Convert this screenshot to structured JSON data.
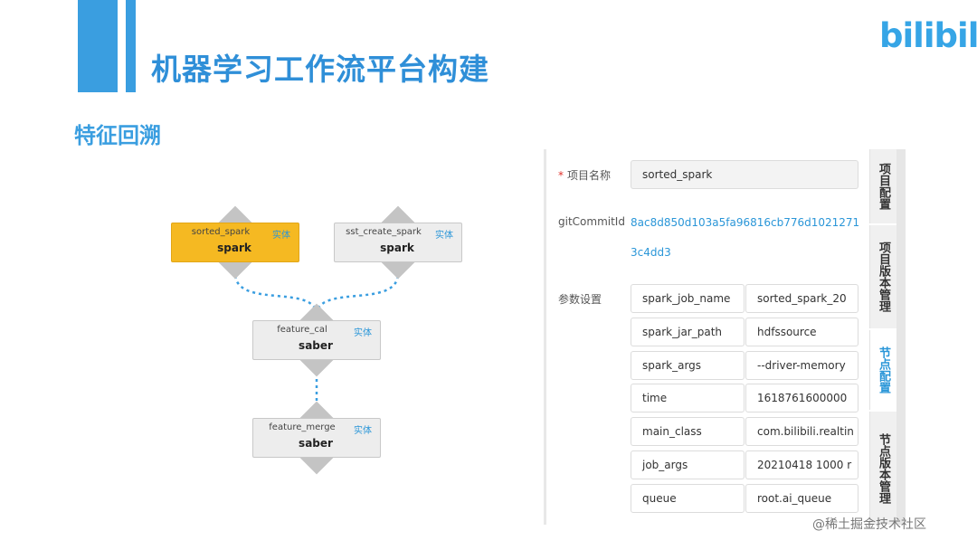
{
  "header": {
    "title": "机器学习工作流平台构建",
    "logo": "bilibili",
    "accent_color": "#3a9ee0"
  },
  "section": {
    "subtitle": "特征回溯"
  },
  "dag": {
    "nodes": [
      {
        "name": "sorted_spark",
        "tag": "实体",
        "type": "spark",
        "selected": true
      },
      {
        "name": "sst_create_spark",
        "tag": "实体",
        "type": "spark",
        "selected": false
      },
      {
        "name": "feature_cal",
        "tag": "实体",
        "type": "saber",
        "selected": false
      },
      {
        "name": "feature_merge",
        "tag": "实体",
        "type": "saber",
        "selected": false
      }
    ],
    "selected_color": "#f5b922",
    "edge_color": "#3a9ee0"
  },
  "form": {
    "project_name": {
      "required_mark": "*",
      "label": "项目名称",
      "value": "sorted_spark"
    },
    "git_commit": {
      "label": "gitCommitId",
      "value": "8ac8d850d103a5fa96816cb776d10212713c4dd3"
    },
    "params": {
      "label": "参数设置",
      "rows": [
        {
          "key": "spark_job_name",
          "value": "sorted_spark_20"
        },
        {
          "key": "spark_jar_path",
          "value": "hdfssource"
        },
        {
          "key": "spark_args",
          "value": "--driver-memory"
        },
        {
          "key": "time",
          "value": "1618761600000"
        },
        {
          "key": "main_class",
          "value": "com.bilibili.realtin"
        },
        {
          "key": "job_args",
          "value": "20210418 1000 r"
        },
        {
          "key": "queue",
          "value": "root.ai_queue"
        }
      ]
    }
  },
  "tabs": [
    {
      "label": "项目配置",
      "active": false
    },
    {
      "label": "项目版本管理",
      "active": false
    },
    {
      "label": "节点配置",
      "active": true
    },
    {
      "label": "节点版本管理",
      "active": false
    }
  ],
  "watermark": "@稀土掘金技术社区"
}
